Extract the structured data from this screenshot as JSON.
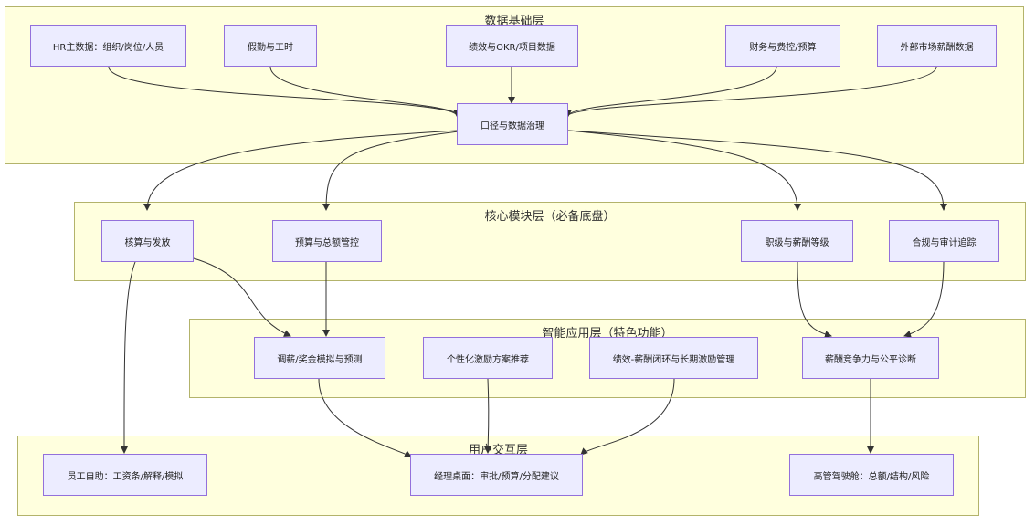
{
  "layers": {
    "data": {
      "title": "数据基础层"
    },
    "core": {
      "title": "核心模块层（必备底盘）"
    },
    "smart": {
      "title": "智能应用层（特色功能）"
    },
    "ui": {
      "title": "用户交互层"
    }
  },
  "nodes": {
    "hr_master": "HR主数据：组织/岗位/人员",
    "leave_hours": "假勤与工时",
    "perf_okr": "绩效与OKR/项目数据",
    "finance": "财务与费控/预算",
    "market_pay": "外部市场薪酬数据",
    "governance": "口径与数据治理",
    "payroll": "核算与发放",
    "budget": "预算与总额管控",
    "grades": "职级与薪酬等级",
    "compliance": "合规与审计追踪",
    "simulation": "调薪/奖金模拟与预测",
    "recommend": "个性化激励方案推荐",
    "perf_loop": "绩效-薪酬闭环与长期激励管理",
    "diagnosis": "薪酬竞争力与公平诊断",
    "self_service": "员工自助：工资条/解释/模拟",
    "manager_desk": "经理桌面：审批/预算/分配建议",
    "exec_cockpit": "高管驾驶舱：总额/结构/风险"
  },
  "colors": {
    "layer_fill": "#ffffde",
    "layer_border": "#b3b36b",
    "node_fill": "#ececff",
    "node_border": "#9370db",
    "edge": "#333333"
  }
}
